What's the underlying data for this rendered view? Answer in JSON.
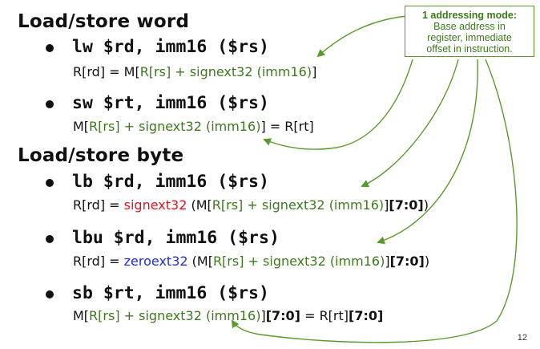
{
  "headings": {
    "word": "Load/store word",
    "byte": "Load/store byte"
  },
  "note": {
    "title": "1 addressing mode:",
    "line1": "Base address in",
    "line2": "register, immediate",
    "line3": "offset in instruction."
  },
  "lw": {
    "code": "lw $rd, imm16 ($rs)",
    "p1": "R[rd] = M[",
    "addr": "R[rs] + signext32 (imm16)",
    "p2": "]"
  },
  "sw": {
    "code": "sw $rt, imm16 ($rs)",
    "p1": "M[",
    "addr": "R[rs] + signext32 (imm16)",
    "p2": "] = R[rt]"
  },
  "lb": {
    "code": "lb $rd, imm16 ($rs)",
    "p1": "R[rd] = ",
    "ext": "signext32",
    "p2": " (M[",
    "addr": "R[rs] + signext32 (imm16)",
    "p3": "]",
    "bits": "[7:0]",
    "p4": ")"
  },
  "lbu": {
    "code": "lbu $rd, imm16 ($rs)",
    "p1": "R[rd] = ",
    "ext": "zeroext32",
    "p2": " (M[",
    "addr": "R[rs] + signext32 (imm16)",
    "p3": "]",
    "bits": "[7:0]",
    "p4": ")"
  },
  "sb": {
    "code": "sb $rt, imm16 ($rs)",
    "p1": "M[",
    "addr": "R[rs] + signext32 (imm16)",
    "p2": "]",
    "bits1": "[7:0]",
    "p3": " = R[rt]",
    "bits2": "[7:0]"
  },
  "page_number": "12",
  "colors": {
    "green": "#3c7a1c",
    "red": "#e3141e",
    "blue": "#1f2ed6"
  }
}
